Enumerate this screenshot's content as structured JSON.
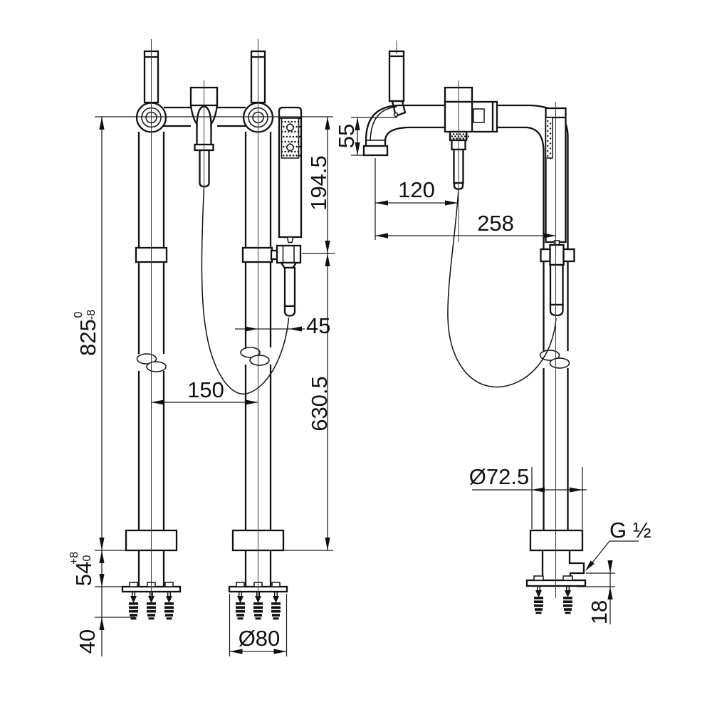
{
  "drawing": {
    "background": "#ffffff",
    "line_color": "#111111",
    "dimensions": {
      "total_height": {
        "value": "825",
        "tol_upper": "0",
        "tol_lower": "-8"
      },
      "hand_shower_length": "194.5",
      "hand_shower_offset": "45",
      "riser_spacing": "150",
      "holder_height": "630.5",
      "spout_drop": "55",
      "spout_reach": "120",
      "hand_shower_reach": "258",
      "base_height": {
        "value": "54",
        "tol_upper": "+8",
        "tol_lower": "0"
      },
      "anchor_depth": "40",
      "plate_diameter": "Ø80",
      "base_diameter": "Ø72.5",
      "thread_label": "G ½",
      "inlet_height": "18"
    }
  }
}
